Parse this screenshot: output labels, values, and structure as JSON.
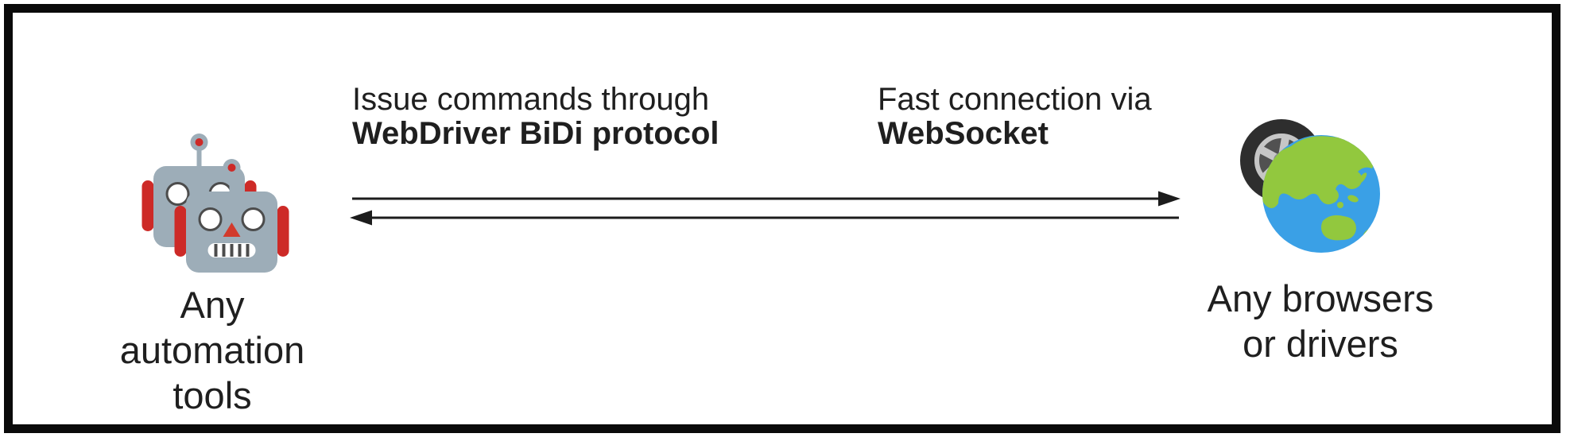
{
  "diagram": {
    "left_entity": {
      "icon": "robots-icon",
      "label": "Any\nautomation\ntools"
    },
    "right_entity": {
      "icon": "wheel-globe-icon",
      "label": "Any browsers\nor drivers"
    },
    "annotations": {
      "protocol": {
        "line1": "Issue commands through",
        "line2": "WebDriver BiDi protocol"
      },
      "transport": {
        "line1": "Fast connection via",
        "line2": "WebSocket"
      }
    },
    "arrows": {
      "top_direction": "left-to-right",
      "bottom_direction": "right-to-left"
    },
    "colors": {
      "text": "#1f1f1f",
      "arrow": "#1c1c1c",
      "frame_border": "#0a0a0a",
      "robot_gray": "#9dadb8",
      "robot_red": "#cd2a27",
      "tire_rubber": "#2e2e2e",
      "tire_rim": "#c6c6c6",
      "globe_ocean": "#3aa0e6",
      "globe_land": "#92c83e"
    }
  }
}
